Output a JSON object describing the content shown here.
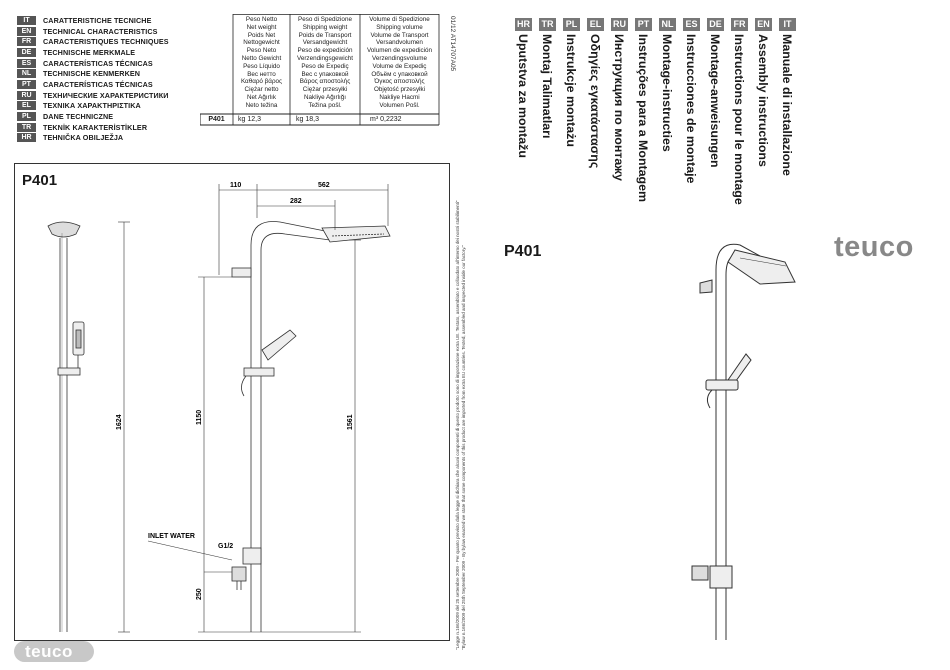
{
  "spec_list": [
    {
      "code": "IT",
      "label": "CARATTERISTICHE TECNICHE"
    },
    {
      "code": "EN",
      "label": "TECHNICAL CHARACTERISTICS"
    },
    {
      "code": "FR",
      "label": "CARACTERISTIQUES TECHNIQUES"
    },
    {
      "code": "DE",
      "label": "TECHNISCHE MERKMALE"
    },
    {
      "code": "ES",
      "label": "CARACTERÍSTICAS TÉCNICAS"
    },
    {
      "code": "NL",
      "label": "TECHNISCHE KENMERKEN"
    },
    {
      "code": "PT",
      "label": "CARACTERÍSTICAS TÉCNICAS"
    },
    {
      "code": "RU",
      "label": "ТЕХНИЧЕСКИЕ ХАРАКТЕРИСТИКИ"
    },
    {
      "code": "EL",
      "label": "ΤΕΧΝΙΚΑ ΧΑΡΑΚΤΗΡΙΣΤΙΚΑ"
    },
    {
      "code": "PL",
      "label": "DANE TECHNICZNE"
    },
    {
      "code": "TR",
      "label": "TEKNİK KARAKTERİSTİKLER"
    },
    {
      "code": "HR",
      "label": "TEHNIČKA OBILJEŽJA"
    }
  ],
  "weights": {
    "net": [
      "Peso Netto",
      "Net weight",
      "Poids Net",
      "Nettogewicht",
      "Peso Neto",
      "Netto Gewicht",
      "Peso Líquido",
      "Вес нетто",
      "Καθαρό βάρος",
      "Ciężar netto",
      "Net Ağırlık",
      "Neto težina"
    ],
    "shipping": [
      "Peso di Spedizione",
      "Shipping weight",
      "Poids de Transport",
      "Versandgewicht",
      "Peso de expedición",
      "Verzendingsgewicht",
      "Peso de Expediç",
      "Вес с упаковкой",
      "Βάρος αποστολής",
      "Ciężar przesyłki",
      "Nakliye Ağırlığı",
      "Težina pošl."
    ],
    "volume": [
      "Volume di Spedizione",
      "Shipping volume",
      "Volume de Transport",
      "Versandvolumen",
      "Volumen de expedición",
      "Verzendingsvolume",
      "Volume de Expediç",
      "Объём с упаковкой",
      "Όγκος αποστολής",
      "Objętość przesyłki",
      "Nakliye Hacmi",
      "Volumen Pošl."
    ],
    "model": "P401",
    "net_value": "kg 12,3",
    "shipping_value": "kg 18,3",
    "volume_value": "m³ 0,2232"
  },
  "doc_code": "01/12     AT14707A05",
  "drawing": {
    "title": "P401",
    "dim_110": "110",
    "dim_562": "562",
    "dim_282": "282",
    "dim_1624": "1624",
    "dim_1150": "1150",
    "dim_1561": "1561",
    "dim_250": "250",
    "inlet": "INLET WATER",
    "g12": "G1/2"
  },
  "legal": {
    "line1": "\"Legge n.166/2009 del 25 settembre 2009 - Per quanto previsto dalla legge si dichiara che alcuni componenti di questo prodotto sono di importazione extra UE. Testato, assemblato e collaudato all'interno dei nostri stabilimenti\"",
    "line2": "\"Bylaw n.166/2009 del 25th September 2009 - By bylaw enacted we state that some components of this product are imported from extra EU countries. Tested, assembled and inspected inside our factory.\""
  },
  "brand": "teuco",
  "right_title": "P401",
  "instructions": [
    {
      "code": "IT",
      "label": "Manuale di installazione"
    },
    {
      "code": "EN",
      "label": "Assembly instructions"
    },
    {
      "code": "FR",
      "label": "Instructions pour le montage"
    },
    {
      "code": "DE",
      "label": "Montage-anweisungen"
    },
    {
      "code": "ES",
      "label": "Instrucciones de montaje"
    },
    {
      "code": "NL",
      "label": "Montage-instructies"
    },
    {
      "code": "PT",
      "label": "Instruções para a Montagem"
    },
    {
      "code": "RU",
      "label": "Инструкция по монтажу"
    },
    {
      "code": "EL",
      "label": "Οδηγίες εγκατάστασης"
    },
    {
      "code": "PL",
      "label": "Instrukcje montażu"
    },
    {
      "code": "TR",
      "label": "Montaj Talimatları"
    },
    {
      "code": "HR",
      "label": "Uputstva za montažu"
    }
  ],
  "colors": {
    "code_bg": "#555555",
    "right_code_bg": "#777777",
    "brand_grey": "#888888",
    "badge": "#c8c8c8"
  }
}
